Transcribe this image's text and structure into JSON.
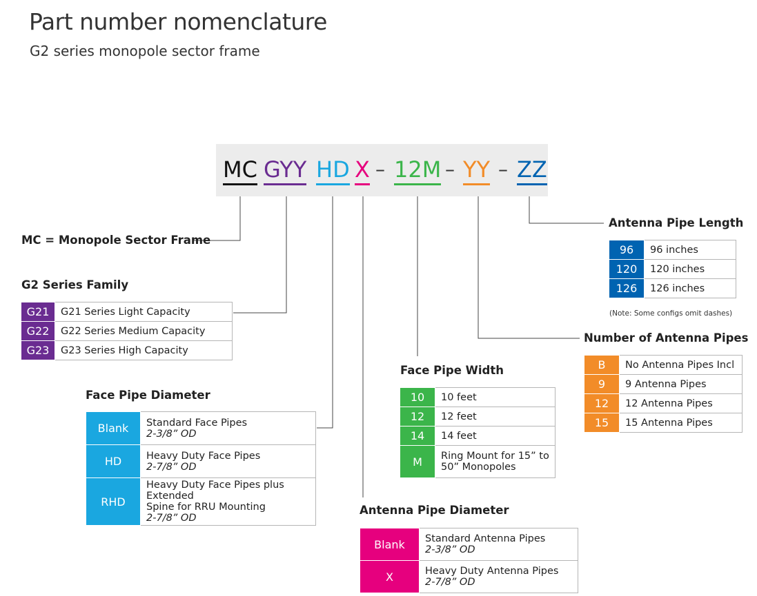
{
  "title": "Part number nomenclature",
  "subtitle": "G2 series monopole sector frame",
  "code_segments": [
    "MC",
    "GYY",
    "HD",
    "X",
    "–",
    "12M",
    "–",
    "YY",
    "–",
    "ZZ"
  ],
  "colors": {
    "mc": "#111111",
    "series": "#6a2c91",
    "face_diam": "#1aa7e0",
    "antenna_diam": "#e6007e",
    "face_width": "#3bb54a",
    "num_pipes": "#f28c28",
    "pipe_length": "#0063b1"
  },
  "mc_label": "MC = Monopole Sector Frame",
  "series_family": {
    "label": "G2 Series Family",
    "rows": [
      {
        "code": "G21",
        "desc": "G21 Series Light Capacity"
      },
      {
        "code": "G22",
        "desc": "G22 Series Medium Capacity"
      },
      {
        "code": "G23",
        "desc": "G23 Series High Capacity"
      }
    ]
  },
  "face_pipe_diameter": {
    "label": "Face Pipe Diameter",
    "rows": [
      {
        "code": "Blank",
        "line1": "Standard Face Pipes",
        "line2": "",
        "od": "2-3/8” OD"
      },
      {
        "code": "HD",
        "line1": "Heavy Duty Face Pipes",
        "line2": "",
        "od": "2-7/8” OD"
      },
      {
        "code": "RHD",
        "line1": "Heavy Duty Face Pipes plus Extended",
        "line2": "Spine for RRU Mounting",
        "od": "2-7/8” OD"
      }
    ]
  },
  "antenna_pipe_diameter": {
    "label": "Antenna Pipe Diameter",
    "rows": [
      {
        "code": "Blank",
        "line1": "Standard Antenna Pipes",
        "od": "2-3/8” OD"
      },
      {
        "code": "X",
        "line1": "Heavy Duty Antenna Pipes",
        "od": "2-7/8” OD"
      }
    ]
  },
  "face_pipe_width": {
    "label": "Face Pipe Width",
    "rows": [
      {
        "code": "10",
        "line1": "10 feet",
        "line2": ""
      },
      {
        "code": "12",
        "line1": "12 feet",
        "line2": ""
      },
      {
        "code": "14",
        "line1": "14 feet",
        "line2": ""
      },
      {
        "code": "M",
        "line1": "Ring Mount for 15” to",
        "line2": "50” Monopoles"
      }
    ]
  },
  "number_of_antenna_pipes": {
    "label": "Number of Antenna Pipes",
    "rows": [
      {
        "code": "B",
        "desc": "No Antenna Pipes Incl"
      },
      {
        "code": "9",
        "desc": "9 Antenna Pipes"
      },
      {
        "code": "12",
        "desc": "12 Antenna Pipes"
      },
      {
        "code": "15",
        "desc": "15 Antenna Pipes"
      }
    ]
  },
  "antenna_pipe_length": {
    "label": "Antenna Pipe Length",
    "rows": [
      {
        "code": "96",
        "desc": "96 inches"
      },
      {
        "code": "120",
        "desc": "120 inches"
      },
      {
        "code": "126",
        "desc": "126 inches"
      }
    ],
    "note": "(Note: Some configs omit dashes)"
  }
}
